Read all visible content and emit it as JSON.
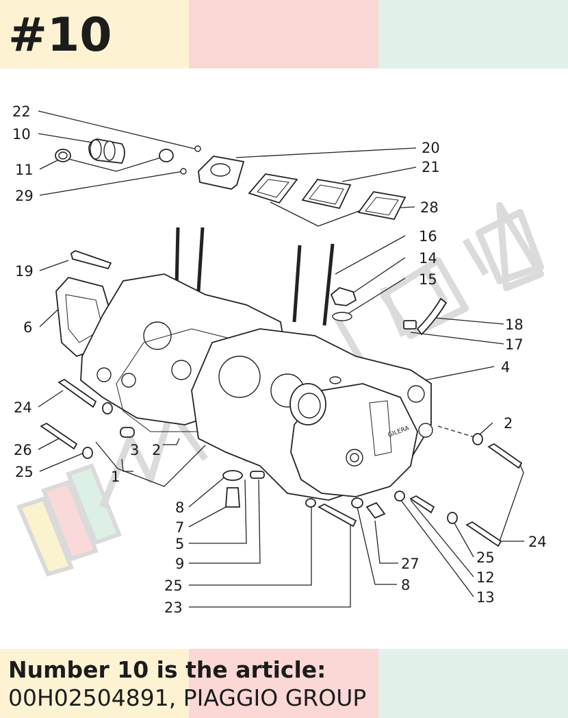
{
  "heading": "#10",
  "caption": {
    "line1": "Number 10 is the article:",
    "line2": "00H02504891, PIAGGIO GROUP"
  },
  "colors": {
    "band_yellow": "#fdf3d3",
    "band_pink": "#fbd8d6",
    "band_mint": "#e2f2ea",
    "text": "#1c1c1c"
  },
  "watermark": {
    "icon": "motoricambi-stripes-logo",
    "stripe_colors": [
      "#fbf2c9",
      "#f9d6d4",
      "#d9efe3"
    ]
  },
  "diagram": {
    "icon": "engine-crankcase-exploded-view",
    "callouts": [
      "22",
      "10",
      "11",
      "29",
      "20",
      "21",
      "28",
      "16",
      "14",
      "15",
      "19",
      "6",
      "18",
      "17",
      "4",
      "2",
      "24",
      "26",
      "3",
      "2",
      "25",
      "1",
      "8",
      "7",
      "5",
      "9",
      "25",
      "23",
      "27",
      "8",
      "25",
      "12",
      "13",
      "24"
    ]
  }
}
